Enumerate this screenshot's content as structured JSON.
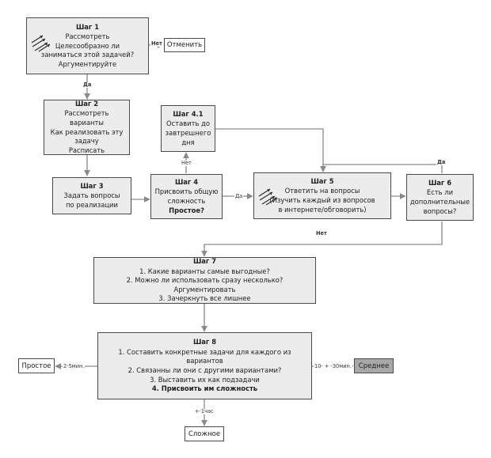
{
  "steps": {
    "s1": {
      "title": "Шаг 1",
      "lines": [
        "Рассмотреть",
        "Целесообразно ли",
        "заниматься этой задачей?",
        "Аргументируйте"
      ]
    },
    "s2": {
      "title": "Шаг 2",
      "lines": [
        "Рассмотреть варианты",
        "Как реализовать эту",
        "задачу",
        "Расписать"
      ]
    },
    "s3": {
      "title": "Шаг 3",
      "lines": [
        "Задать вопросы",
        "по реализации"
      ]
    },
    "s4": {
      "title": "Шаг 4",
      "lines": [
        "Присвоить общую",
        "сложность"
      ],
      "emph": "Простое?"
    },
    "s41": {
      "title": "Шаг 4.1",
      "lines": [
        "Оставить до",
        "завтрешнего",
        "дня"
      ]
    },
    "s5": {
      "title": "Шаг 5",
      "lines": [
        "Ответить на вопросы",
        "(Изучить каждый из вопросов",
        "в интернете/обговорить)"
      ]
    },
    "s6": {
      "title": "Шаг 6",
      "lines": [
        "Есть ли",
        "дополнительные",
        "вопросы?"
      ]
    },
    "s7": {
      "title": "Шаг 7",
      "lines": [
        "1. Какие варианты самые выгодные?",
        "2. Можно ли использовать сразу несколько? Аргументировать",
        "3. Зачеркнуть все лишнее"
      ]
    },
    "s8": {
      "title": "Шаг 8",
      "lines": [
        "1. Составить конкретные задачи для каждого из вариантов",
        "2. Связанны ли они с другими вариантами?",
        "3. Выставить их как подзадачи"
      ],
      "emph": "4. Присвоить им сложность"
    }
  },
  "terminals": {
    "cancel": "Отменить",
    "simple": "Простое",
    "medium": "Среднее",
    "complex": "Сложное"
  },
  "edge_labels": {
    "s1_no": "Нет",
    "s1_yes": "Да",
    "s4_no": "Нет",
    "s4_yes": "Да",
    "s6_yes": "Да",
    "s6_no": "Нет",
    "to_simple": "2-5мин.",
    "to_medium": "10- + -30мин.",
    "to_complex": "+-1час"
  },
  "icons": {
    "s1": "arrows-hatch-icon",
    "s5": "arrows-hatch-icon"
  },
  "colors": {
    "node_fill": "#ececec",
    "border": "#4a4a4a",
    "connector": "#8a8a8a",
    "shaded_terminal": "#a8a8a8"
  }
}
